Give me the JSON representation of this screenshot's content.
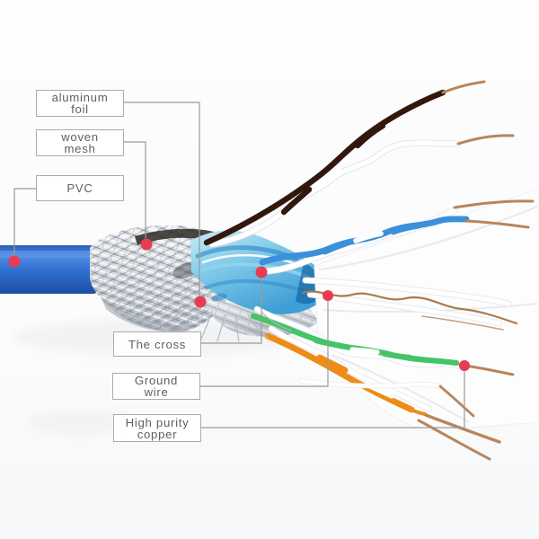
{
  "diagram": {
    "type": "labeled-illustration",
    "subject": "shielded ethernet cable cutaway with exposed twisted pairs",
    "labels": [
      {
        "id": "aluminum-foil",
        "line1": "aluminum",
        "line2": "foil"
      },
      {
        "id": "woven-mesh",
        "line1": "woven",
        "line2": "mesh"
      },
      {
        "id": "pvc",
        "line1": "PVC",
        "line2": ""
      },
      {
        "id": "the-cross",
        "line1": "The cross",
        "line2": ""
      },
      {
        "id": "ground-wire",
        "line1": "Ground",
        "line2": "wire"
      },
      {
        "id": "high-purity-copper",
        "line1": "High purity",
        "line2": "copper"
      }
    ],
    "colors": {
      "marker_red": "#e73c52",
      "leader_gray": "#9a9a9a",
      "box_border": "#ababab",
      "label_text": "#5f5f5f",
      "jacket_blue": "#2e6ccd",
      "foil_cyan": "#6cc0e6",
      "mesh_silver": "#d7dbe0",
      "wire_blue": "#3b8fdb",
      "wire_green": "#43c565",
      "wire_orange": "#ee8c16",
      "wire_brown": "#32180c",
      "copper": "#b9855a"
    }
  }
}
